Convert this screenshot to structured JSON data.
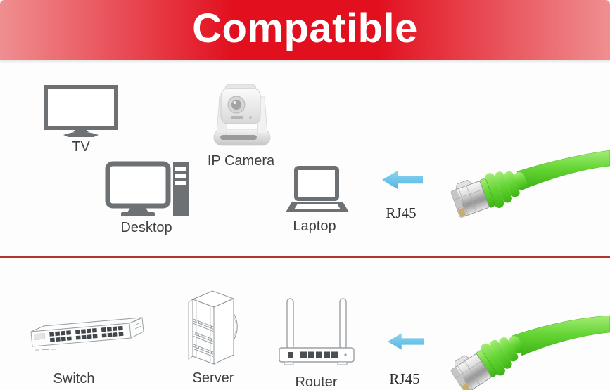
{
  "banner": {
    "title": "Compatible",
    "background_left": "#ef8f91",
    "background_center": "#e2101f",
    "background_right": "#ef8f91",
    "text_color": "#ffffff"
  },
  "sections": {
    "top": {
      "devices": [
        {
          "label": "TV",
          "icon": "tv-icon"
        },
        {
          "label": "IP Camera",
          "icon": "ip-camera-icon"
        },
        {
          "label": "Desktop",
          "icon": "desktop-icon"
        },
        {
          "label": "Laptop",
          "icon": "laptop-icon"
        }
      ],
      "arrow_icon": "left-arrow-icon",
      "connector_label": "RJ45",
      "cable_image": "green-ethernet-cable"
    },
    "bottom": {
      "devices": [
        {
          "label": "Switch",
          "icon": "switch-icon"
        },
        {
          "label": "Server",
          "icon": "server-icon"
        },
        {
          "label": "Router",
          "icon": "router-icon"
        }
      ],
      "arrow_icon": "left-arrow-icon",
      "connector_label": "RJ45",
      "cable_image": "green-ethernet-cable"
    }
  },
  "colors": {
    "arrow_blue": "#66c1e7",
    "cable_green": "#66d636",
    "device_icon_gray": "#6d7174",
    "lineart_gray": "#9aa0a4",
    "divider_red": "#b2342e",
    "label_text": "#3d4043"
  }
}
